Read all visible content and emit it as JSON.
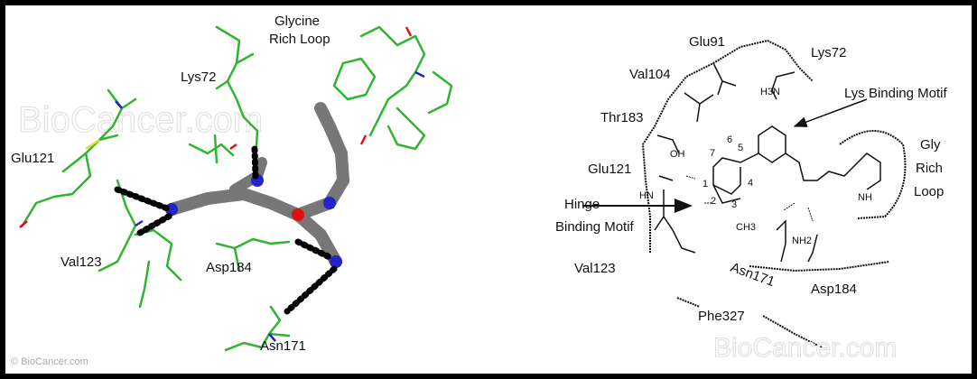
{
  "left_panel": {
    "labels": {
      "glycine_rich_loop_line1": "Glycine",
      "glycine_rich_loop_line2": "Rich Loop",
      "lys72": "Lys72",
      "glu121": "Glu121",
      "val123": "Val123",
      "asp184": "Asp184",
      "asn171": "Asn171"
    },
    "copyright": "© BioCancer.com",
    "watermark": "BioCancer.com",
    "colors": {
      "carbon": "#2fb52f",
      "nitrogen": "#2323c8",
      "oxygen": "#e01010",
      "sulfur": "#e0e020",
      "ligand": "#8a8a8a",
      "hbond": "#000000"
    }
  },
  "right_panel": {
    "labels": {
      "glu91": "Glu91",
      "lys72": "Lys72",
      "val104": "Val104",
      "lys_binding_motif": "Lys Binding Motif",
      "thr183": "Thr183",
      "gly": "Gly",
      "rich": "Rich",
      "loop": "Loop",
      "glu121": "Glu121",
      "hinge": "Hinge",
      "binding_motif": "Binding Motif",
      "val123": "Val123",
      "asn171": "Asn171",
      "asp184": "Asp184",
      "phe327": "Phe327"
    },
    "atoms": {
      "oh": "OH",
      "hn": "HN",
      "h3n": "H3N",
      "nh": "NH",
      "nh2": "NH2",
      "ch3": "CH3",
      "n1": "1",
      "n2": "2",
      "n3": "3",
      "n4": "4",
      "n5": "5",
      "n6": "6",
      "n7": "7"
    },
    "watermark": "BioCancer.com"
  }
}
